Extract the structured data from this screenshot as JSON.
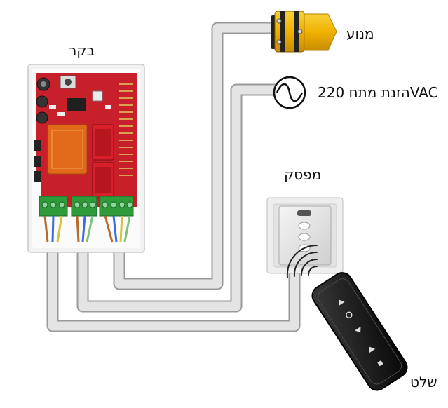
{
  "labels": {
    "controller": "בקר",
    "motor": "מנוע",
    "power": "הזנת מתח 220VAC",
    "switch": "מפסק",
    "remote": "שלט"
  },
  "colors": {
    "cable": "#d9d9d9",
    "board": "#c8202a",
    "transformer": "#e06a1a",
    "relay": "#d9202a",
    "terminal": "#2e9a3a",
    "motor_body": "#f2b400",
    "remote_body": "#121212"
  },
  "icons": {
    "motor": "tubular-motor-icon",
    "power": "ac-sine-icon",
    "switch": "wall-switch-icon",
    "remote": "remote-control-icon",
    "signal": "wireless-signal-icon"
  }
}
